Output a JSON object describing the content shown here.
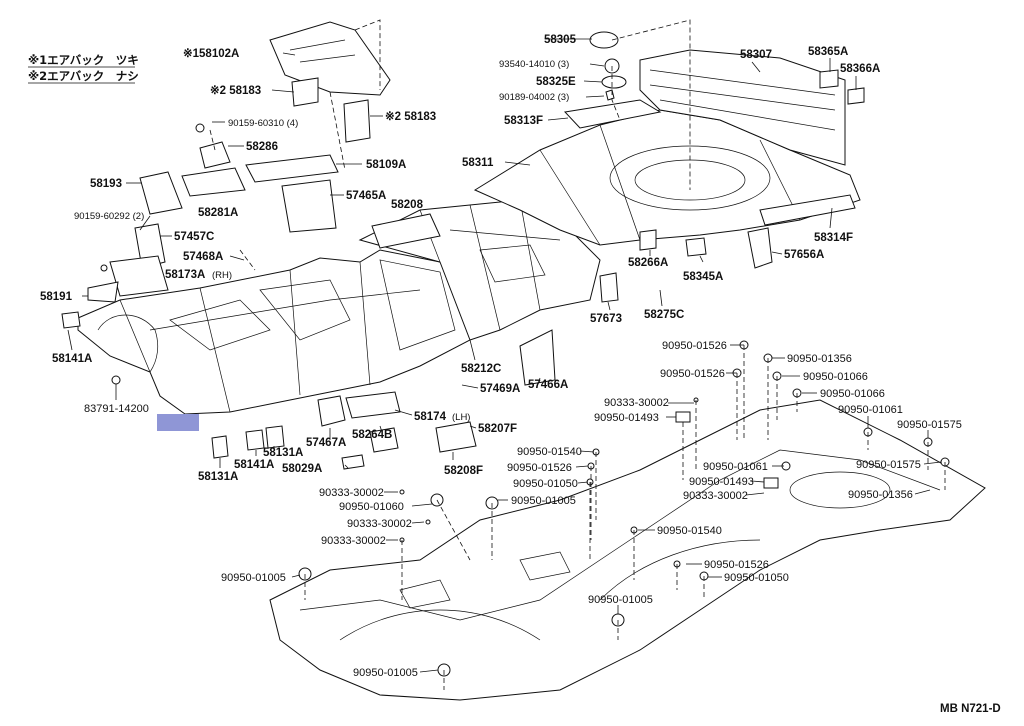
{
  "legend": {
    "line1": "※1エアバック　ツキ",
    "line2": "※2エアバック　ナシ"
  },
  "footer_code": "MB N721-D",
  "highlight_color": "#8f96d6",
  "labels": {
    "p58102A": "※158102A",
    "p58183_1": "※2 58183",
    "p58183_2": "※2 58183",
    "p90159_60310": "90159-60310 (4)",
    "p58286": "58286",
    "p58109A": "58109A",
    "p58193": "58193",
    "p58281A": "58281A",
    "p57465A": "57465A",
    "p90159_60292": "90159-60292 (2)",
    "p57457C": "57457C",
    "p58208": "58208",
    "p57468A": "57468A",
    "p58173A": "58173A",
    "p58173A_sub": "(RH)",
    "p58191": "58191",
    "p58141A_1": "58141A",
    "p83791_14200": "83791-14200",
    "p58305": "58305",
    "p93540_14010": "93540-14010 (3)",
    "p58325E": "58325E",
    "p90189_04002": "90189-04002 (3)",
    "p58313F": "58313F",
    "p58307": "58307",
    "p58365A": "58365A",
    "p58366A": "58366A",
    "p58311": "58311",
    "p58314F": "58314F",
    "p58266A": "58266A",
    "p58345A": "58345A",
    "p57656A": "57656A",
    "p57673": "57673",
    "p58275C": "58275C",
    "p58212C": "58212C",
    "p57469A": "57469A",
    "p57466A": "57466A",
    "p58174": "58174",
    "p58174_sub": "(LH)",
    "p58207F": "58207F",
    "p58264B": "58264B",
    "p57467A": "57467A",
    "p58131A_1": "58131A",
    "p58141A_2": "58141A",
    "p58029A": "58029A",
    "p58131A_2": "58131A",
    "p58208F": "58208F",
    "p90950_01526_a": "90950-01526",
    "p90950_01356_a": "90950-01356",
    "p90950_01526_b": "90950-01526",
    "p90950_01066_a": "90950-01066",
    "p90950_01066_b": "90950-01066",
    "p90333_30002_a": "90333-30002",
    "p90950_01493_a": "90950-01493",
    "p90950_01061_a": "90950-01061",
    "p90950_01575_a": "90950-01575",
    "p90950_01540_a": "90950-01540",
    "p90950_01526_c": "90950-01526",
    "p90950_01061_b": "90950-01061",
    "p90950_01575_b": "90950-01575",
    "p90950_01050_a": "90950-01050",
    "p90950_01493_b": "90950-01493",
    "p90333_30002_b": "90333-30002",
    "p90950_01356_b": "90950-01356",
    "p90950_01005_a": "90950-01005",
    "p90333_30002_c": "90333-30002",
    "p90950_01060": "90950-01060",
    "p90333_30002_d": "90333-30002",
    "p90333_30002_e": "90333-30002",
    "p90950_01540_b": "90950-01540",
    "p90950_01005_b": "90950-01005",
    "p90950_01526_d": "90950-01526",
    "p90950_01050_b": "90950-01050",
    "p90950_01005_c": "90950-01005",
    "p90950_01005_d": "90950-01005"
  }
}
